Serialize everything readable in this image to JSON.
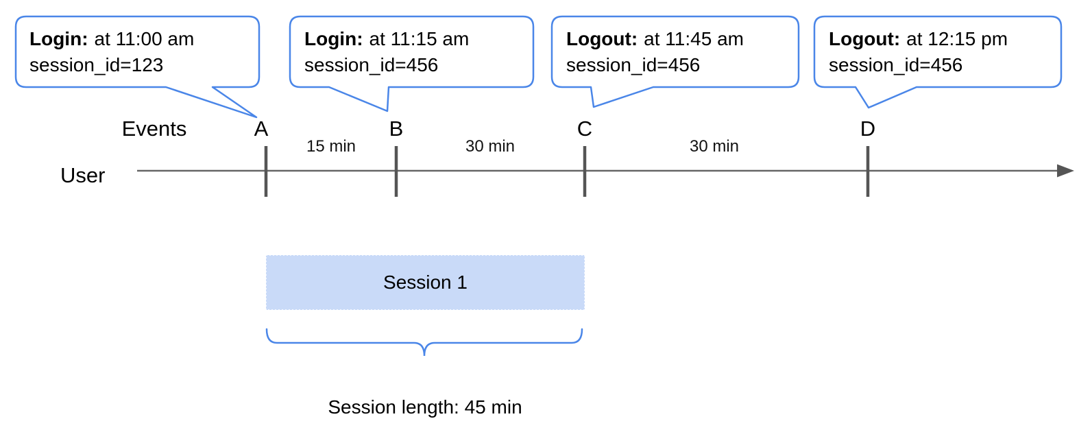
{
  "figure": {
    "description": "User session timeline diagram with login/logout event callouts",
    "colors": {
      "accent_blue": "#4a86e8",
      "session_fill": "#c9daf8",
      "axis_gray": "#666666",
      "tick_gray": "#555555",
      "text": "#000000"
    }
  },
  "callouts": [
    {
      "event": "A",
      "action": "Login:",
      "time": "at 11:00 am",
      "session": "session_id=123"
    },
    {
      "event": "B",
      "action": "Login:",
      "time": "at 11:15 am",
      "session": "session_id=456"
    },
    {
      "event": "C",
      "action": "Logout:",
      "time": "at 11:45 am",
      "session": "session_id=456"
    },
    {
      "event": "D",
      "action": "Logout:",
      "time": "at 12:15 pm",
      "session": "session_id=456"
    }
  ],
  "timeline": {
    "events_label": "Events",
    "user_label": "User",
    "tick_labels": [
      "A",
      "B",
      "C",
      "D"
    ],
    "intervals": [
      "15 min",
      "30 min",
      "30 min"
    ]
  },
  "session": {
    "box_label": "Session 1",
    "length_label": "Session length: 45 min"
  }
}
